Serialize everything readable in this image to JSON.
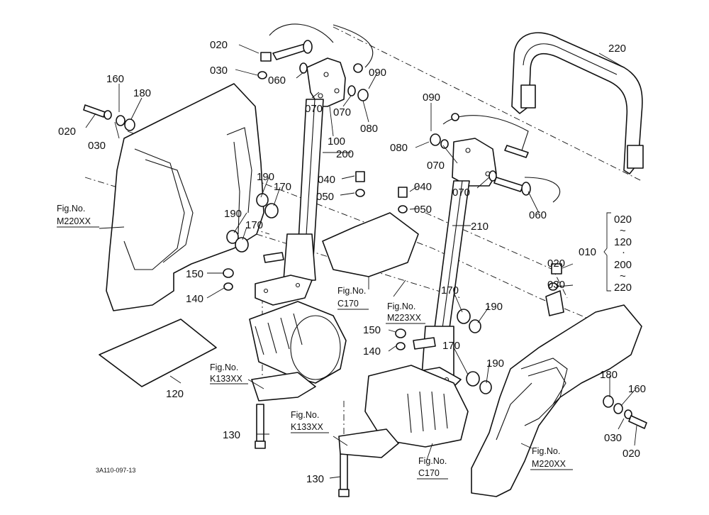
{
  "diagram": {
    "caption": "3A110-097-13",
    "callouts": {
      "c020_top": "020",
      "c030_top": "030",
      "c060_top": "060",
      "c090_top": "090",
      "c220": "220",
      "c160_left": "160",
      "c180_left": "180",
      "c070_top": "070",
      "c070_top2": "070",
      "c080_top": "080",
      "c020_left": "020",
      "c030_left": "030",
      "c100": "100",
      "c200": "200",
      "c090_mid": "090",
      "c080_mid": "080",
      "c070_mid": "070",
      "c070_mid2": "070",
      "c060_mid": "060",
      "c040_a": "040",
      "c050_a": "050",
      "c040_b": "040",
      "c050_b": "050",
      "c190_a": "190",
      "c170_a": "170",
      "c190_b": "190",
      "c170_b": "170",
      "c210": "210",
      "c010": "010",
      "range_020": "020",
      "range_tilde1": "~",
      "range_120": "120",
      "range_dot": "·",
      "range_200": "200",
      "range_tilde2": "~",
      "range_220": "220",
      "c020_right": "020",
      "c030_right": "030",
      "c150_a": "150",
      "c140_a": "140",
      "c150_b": "150",
      "c140_b": "140",
      "c170_c": "170",
      "c190_c": "190",
      "c170_d": "170",
      "c190_d": "190",
      "c180_right": "180",
      "c160_right": "160",
      "c030_right2": "030",
      "c020_right2": "020",
      "c120": "120",
      "c130_a": "130",
      "c130_b": "130"
    },
    "figure_refs": {
      "fig_label": "Fig.No.",
      "m220_left": "M220XX",
      "c170_left": "C170",
      "m223": "M223XX",
      "k133_left": "K133XX",
      "k133_right": "K133XX",
      "c170_right": "C170",
      "m220_right": "M220XX"
    }
  }
}
